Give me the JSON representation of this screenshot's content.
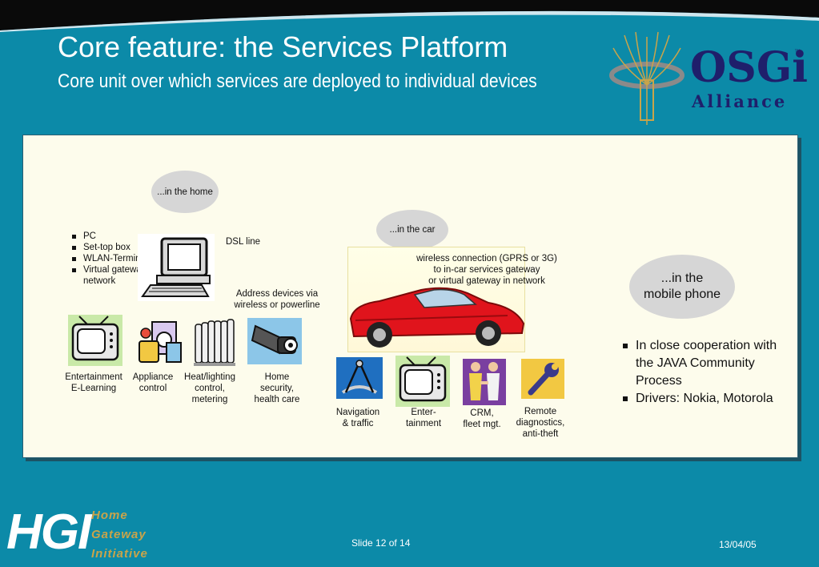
{
  "slide": {
    "title": "Core feature: the Services Platform",
    "subtitle": "Core unit over which services are deployed to individual devices"
  },
  "osgi_logo": {
    "text_main": "OSGi",
    "text_sub": "Alliance",
    "tm": "™"
  },
  "home": {
    "bubble": "...in the home",
    "bullets": [
      "PC",
      "Set-top box",
      "WLAN-Terminal",
      "Virtual gateway in network"
    ],
    "dsl_label": "DSL line",
    "address_label": [
      "Address devices via",
      "wireless or powerline"
    ],
    "devices": [
      {
        "label": [
          "Entertainment",
          "E-Learning"
        ],
        "icon": "tv-icon"
      },
      {
        "label": [
          "Appliance",
          "control"
        ],
        "icon": "appliance-icon"
      },
      {
        "label": [
          "Heat/lighting",
          "control,",
          "metering"
        ],
        "icon": "radiator-icon"
      },
      {
        "label": [
          "Home",
          "security,",
          "health care"
        ],
        "icon": "camera-icon"
      }
    ]
  },
  "car": {
    "bubble": "...in the car",
    "wireless_label": [
      "wireless connection (GPRS or 3G)",
      "to in-car services gateway",
      "or virtual gateway in network"
    ],
    "devices": [
      {
        "label": [
          "Navigation",
          "& traffic"
        ],
        "icon": "sextant-icon"
      },
      {
        "label": [
          "Enter-",
          "tainment"
        ],
        "icon": "tv-icon"
      },
      {
        "label": [
          "CRM,",
          "fleet mgt."
        ],
        "icon": "handshake-icon"
      },
      {
        "label": [
          "Remote",
          "diagnostics,",
          "anti-theft"
        ],
        "icon": "wrench-icon"
      }
    ]
  },
  "phone": {
    "bubble": [
      "...in the",
      "mobile phone"
    ],
    "bullets": [
      "In close cooperation with the JAVA Community Process",
      "Drivers: Nokia, Motorola"
    ]
  },
  "footer": {
    "slide_number": "Slide 12 of 14",
    "date": "13/04/05",
    "hgi_letters": "HGI",
    "hgi_words": [
      "Home",
      "Gateway",
      "Initiative"
    ]
  },
  "colors": {
    "background": "#0c8aa8",
    "panel": "#fdfcec",
    "bubble": "#d6d6d6",
    "car_red": "#e0141c",
    "osgi_navy": "#1f1f6b",
    "hgi_gold": "#c9a44a"
  }
}
